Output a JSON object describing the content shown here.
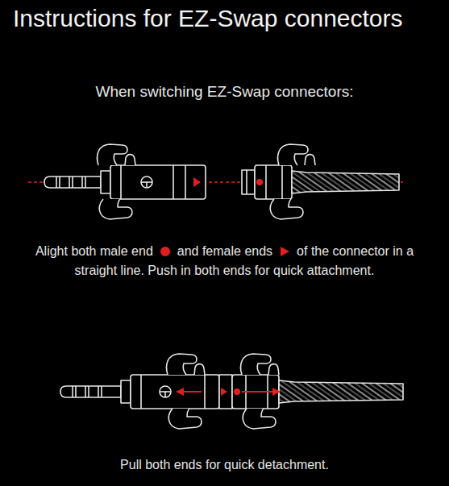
{
  "diagram": {
    "title": "Instructions for EZ-Swap connectors",
    "labels": [
      "When switching EZ-Swap connectors:",
      "Alight both male end",
      "and female ends",
      "of the connector in a straight line. Push in both ends for quick attachment.",
      "Pull both ends for quick detachment."
    ]
  }
}
